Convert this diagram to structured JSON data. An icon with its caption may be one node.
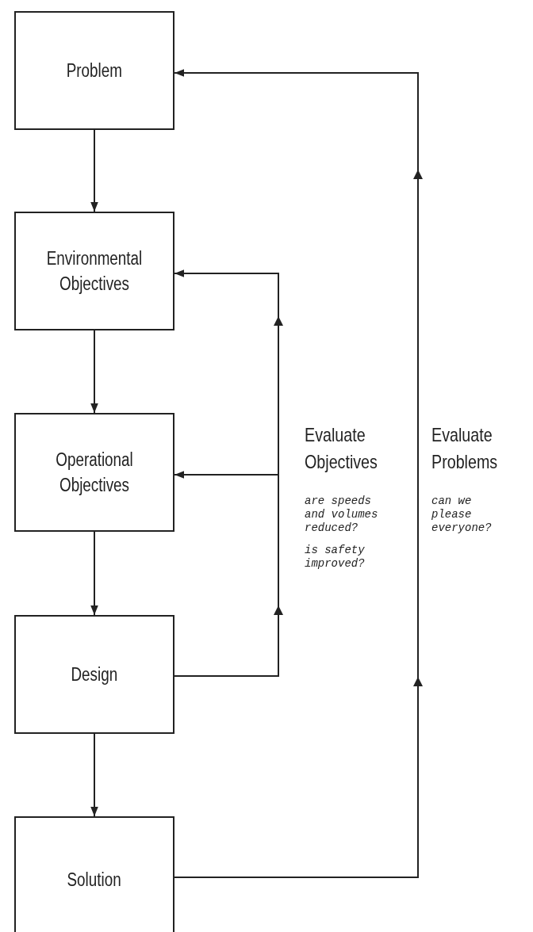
{
  "diagram": {
    "nodes": [
      {
        "text": [
          "Problem"
        ]
      },
      {
        "text": [
          "Environmental Objectives"
        ]
      },
      {
        "text": [
          "Operational Objectives"
        ]
      },
      {
        "text": [
          "Design"
        ]
      },
      {
        "text": [
          "Solution"
        ]
      }
    ],
    "edges": [
      {
        "from": 0,
        "to": 1,
        "arrow": "to"
      },
      {
        "from": 1,
        "to": 2,
        "arrow": "to"
      },
      {
        "from": 2,
        "to": 3,
        "arrow": "to"
      },
      {
        "from": 3,
        "to": 4,
        "arrow": "to"
      },
      {
        "from": 3,
        "to": 2,
        "arrow": "to"
      },
      {
        "from": 3,
        "to": 1,
        "arrow": "to"
      },
      {
        "from": 4,
        "to": 0,
        "arrow": "to"
      }
    ],
    "labels": [
      "Evaluate Objectives",
      "are speeds and volumes reduced?",
      "is safety improved?",
      "Evaluate Problems",
      "can we please everyone?"
    ]
  }
}
